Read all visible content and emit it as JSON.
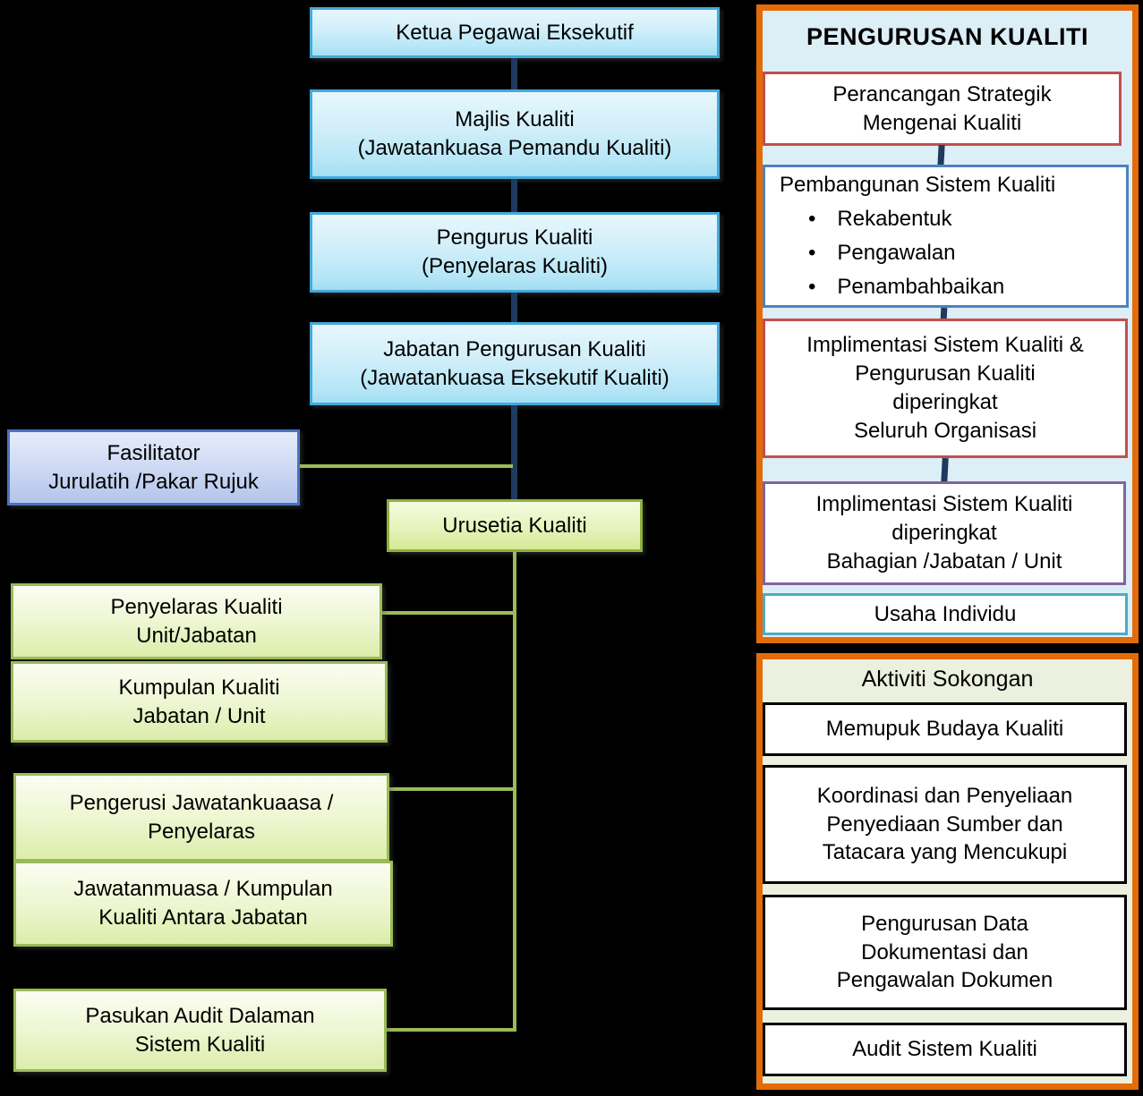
{
  "org_chart": {
    "ketua": {
      "label": "Ketua Pegawai Eksekutif"
    },
    "majlis": {
      "label": "Majlis Kualiti\n(Jawatankuasa Pemandu Kualiti)"
    },
    "pengurus": {
      "label": "Pengurus Kualiti\n(Penyelaras Kualiti)"
    },
    "jabatan": {
      "label": "Jabatan Pengurusan Kualiti\n(Jawatankuasa Eksekutif Kualiti)"
    },
    "fasilitator": {
      "label": "Fasilitator\nJurulatih /Pakar Rujuk"
    },
    "urusetia": {
      "label": "Urusetia Kualiti"
    },
    "penyelaras": {
      "label": "Penyelaras Kualiti\nUnit/Jabatan"
    },
    "kumpulan": {
      "label": "Kumpulan Kualiti\nJabatan / Unit"
    },
    "pengerusi": {
      "label": "Pengerusi Jawatankuaasa /\nPenyelaras"
    },
    "jawatankuasa": {
      "label": "Jawatanmuasa / Kumpulan\nKualiti Antara Jabatan"
    },
    "pasukan": {
      "label": "Pasukan Audit Dalaman\nSistem Kualiti"
    }
  },
  "quality_panel": {
    "title": "PENGURUSAN KUALITI",
    "boxes": [
      {
        "label": "Perancangan Strategik\nMengenai  Kualiti",
        "border_color": "#c0504d"
      },
      {
        "label": "Pembangunan Sistem Kualiti",
        "bullets": [
          "Rekabentuk",
          "Pengawalan",
          "Penambahbaikan"
        ],
        "bullet_glyph": "•",
        "border_color": "#4f81bd"
      },
      {
        "label": "Implimentasi Sistem Kualiti &\nPengurusan Kualiti\ndiperingkat\nSeluruh Organisasi",
        "border_color": "#c0504d"
      },
      {
        "label": "Implimentasi Sistem Kualiti\ndiperingkat\nBahagian /Jabatan / Unit",
        "border_color": "#8064a2"
      },
      {
        "label": "Usaha Individu",
        "border_color": "#4bacc6"
      }
    ]
  },
  "support_panel": {
    "title": "Aktiviti Sokongan",
    "boxes": [
      {
        "label": "Memupuk Budaya Kualiti"
      },
      {
        "label": "Koordinasi dan Penyeliaan\nPenyediaan Sumber dan\nTatacara yang Mencukupi"
      },
      {
        "label": "Pengurusan Data\nDokumentasi  dan\nPengawalan Dokumen"
      },
      {
        "label": "Audit Sistem Kualiti"
      }
    ]
  },
  "colors": {
    "background": "#000000",
    "blue_box_border": "#45a9d9",
    "fasilitator_border": "#4a73c0",
    "green_box_border": "#9bbb59",
    "urusetia_border": "#8db23c",
    "navy_connector": "#1f3a5f",
    "green_connector": "#9bbb59",
    "panel_border": "#e36c09",
    "quality_panel_bg": "#dceef6",
    "support_panel_bg": "#ebf1de",
    "red_border": "#c0504d",
    "blue_border": "#4f81bd",
    "purple_border": "#8064a2",
    "cyan_border": "#4bacc6"
  }
}
